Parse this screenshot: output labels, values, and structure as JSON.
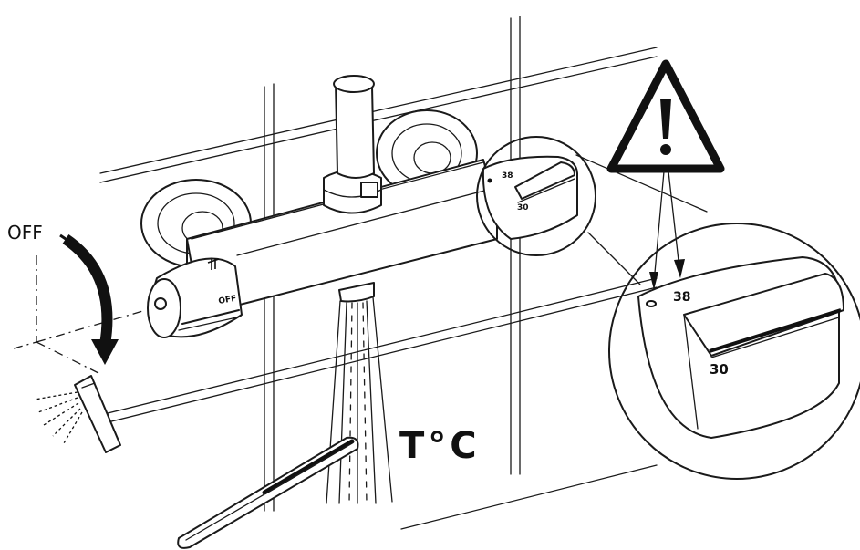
{
  "labels": {
    "off_arrow": "OFF",
    "off_knob": "OFF",
    "temperature": "T°C",
    "scale_small_38": "38",
    "scale_small_30": "30",
    "scale_large_38": "38",
    "scale_large_30": "30"
  },
  "icons": {
    "warning": "warning-triangle-exclamation",
    "shower_head": "shower-head",
    "thermometer": "thermometer",
    "rotation_arrow": "curved-arrow-down",
    "hand_shower_symbol": "hand-shower-symbol"
  },
  "colors": {
    "line": "#1a1a1a",
    "background": "#ffffff"
  }
}
